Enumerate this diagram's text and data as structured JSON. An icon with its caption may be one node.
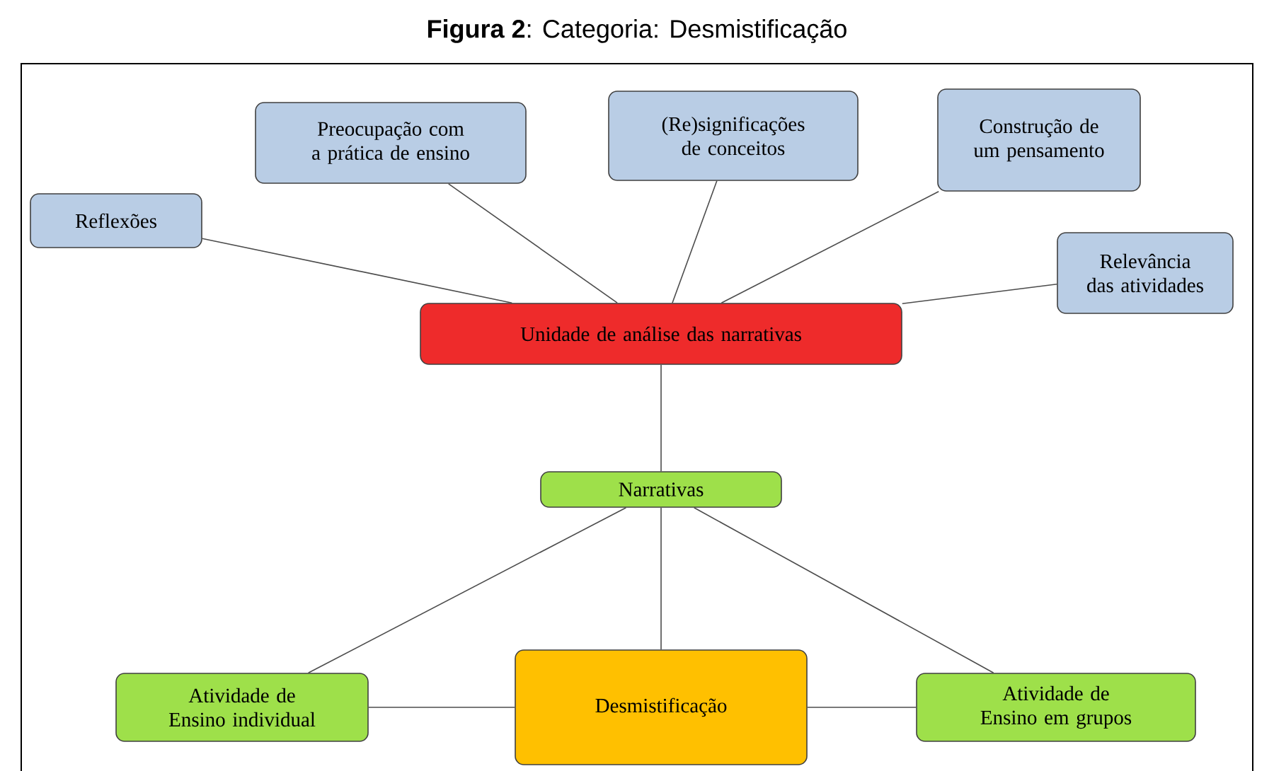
{
  "diagram": {
    "title": "**Figura 2**: Categoria: Desmistificação",
    "nodes": [
      {
        "text": [
          "Reflexões"
        ]
      },
      {
        "text": [
          "Preocupação com a prática de ensino"
        ]
      },
      {
        "text": [
          "(Re)significações de conceitos"
        ]
      },
      {
        "text": [
          "Construção de um pensamento"
        ]
      },
      {
        "text": [
          "Relevância das atividades"
        ]
      },
      {
        "text": [
          "Unidade de análise das narrativas"
        ]
      },
      {
        "text": [
          "Narrativas"
        ]
      },
      {
        "text": [
          "Atividade de Ensino individual"
        ]
      },
      {
        "text": [
          "Desmistificação"
        ]
      },
      {
        "text": [
          "Atividade de Ensino em grupos"
        ]
      }
    ],
    "edges": [
      {
        "from": 0,
        "to": 5,
        "arrow": "none"
      },
      {
        "from": 1,
        "to": 5,
        "arrow": "none"
      },
      {
        "from": 2,
        "to": 5,
        "arrow": "none"
      },
      {
        "from": 3,
        "to": 5,
        "arrow": "none"
      },
      {
        "from": 4,
        "to": 5,
        "arrow": "none"
      },
      {
        "from": 5,
        "to": 6,
        "arrow": "none"
      },
      {
        "from": 6,
        "to": 7,
        "arrow": "none"
      },
      {
        "from": 6,
        "to": 8,
        "arrow": "none"
      },
      {
        "from": 6,
        "to": 9,
        "arrow": "none"
      },
      {
        "from": 7,
        "to": 8,
        "arrow": "none"
      },
      {
        "from": 8,
        "to": 9,
        "arrow": "none"
      }
    ]
  }
}
